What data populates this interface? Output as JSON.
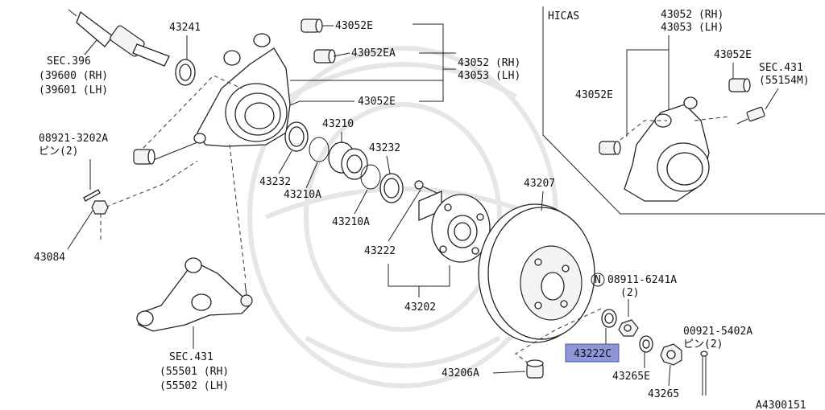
{
  "diagram_id": "A4300151",
  "hicas_label": "HICAS",
  "circle_n": "N",
  "labels": {
    "sec396": "SEC.396",
    "sec396_rh": "(39600 (RH)",
    "sec396_lh": "(39601 (LH)",
    "p43241": "43241",
    "p43052E_top": "43052E",
    "p43052EA": "43052EA",
    "p43052_rh": "43052 (RH)",
    "p43053_lh": "43053 (LH)",
    "p43052E_mid": "43052E",
    "pin_a_num": "08921-3202A",
    "pin_a_sub": "ピン(2)",
    "p43210": "43210",
    "p43232_a": "43232",
    "p43232_b": "43232",
    "p43210A_a": "43210A",
    "p43210A_b": "43210A",
    "p43207": "43207",
    "p43084": "43084",
    "p43222": "43222",
    "p43202": "43202",
    "nut_num": "08911-6241A",
    "nut_sub": "(2)",
    "p43222C": "43222C",
    "pin_b_num": "00921-5402A",
    "pin_b_sub": "ピン(2)",
    "p43206A": "43206A",
    "p43265E": "43265E",
    "p43265": "43265",
    "sec431": "SEC.431",
    "sec431_rh": "(55501 (RH)",
    "sec431_lh": "(55502 (LH)",
    "h_43052_rh": "43052 (RH)",
    "h_43053_lh": "43053 (LH)",
    "h_43052E_a": "43052E",
    "h_43052E_b": "43052E",
    "h_sec431": "SEC.431",
    "h_55154m": "(55154M)"
  }
}
